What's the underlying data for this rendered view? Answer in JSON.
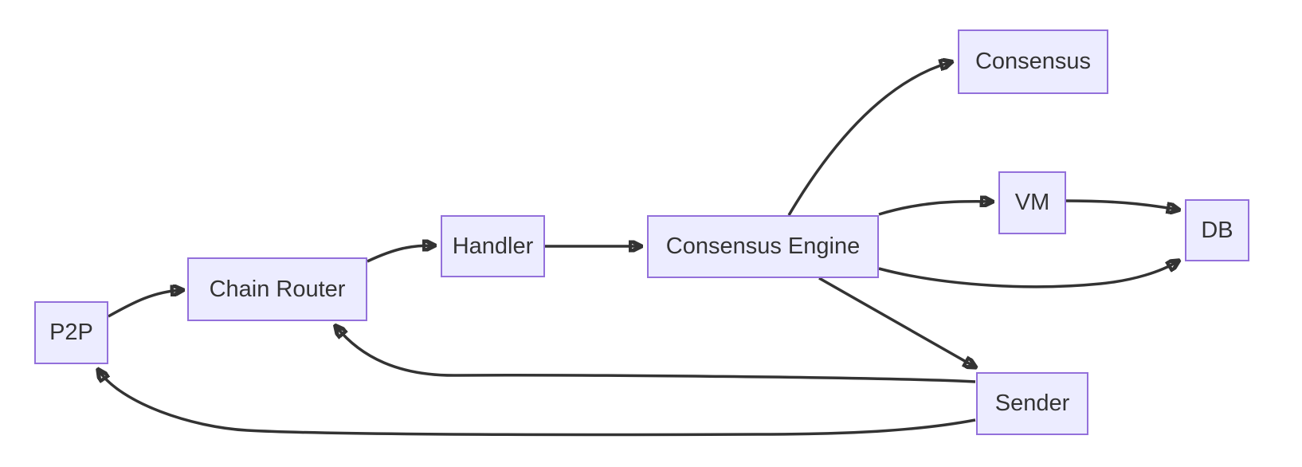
{
  "diagram": {
    "type": "flowchart",
    "direction": "left-to-right",
    "colors": {
      "background": "#ffffff",
      "node_fill": "#ECECFF",
      "node_border": "#9370DB",
      "edge": "#333333",
      "text": "#333333"
    },
    "nodes": {
      "p2p": {
        "label": "P2P"
      },
      "chain_router": {
        "label": "Chain Router"
      },
      "handler": {
        "label": "Handler"
      },
      "consensus_engine": {
        "label": "Consensus Engine"
      },
      "consensus": {
        "label": "Consensus"
      },
      "vm": {
        "label": "VM"
      },
      "db": {
        "label": "DB"
      },
      "sender": {
        "label": "Sender"
      }
    },
    "edges": [
      {
        "from": "P2P",
        "to": "Chain Router"
      },
      {
        "from": "Chain Router",
        "to": "Handler"
      },
      {
        "from": "Handler",
        "to": "Consensus Engine"
      },
      {
        "from": "Consensus Engine",
        "to": "Consensus"
      },
      {
        "from": "Consensus Engine",
        "to": "VM"
      },
      {
        "from": "VM",
        "to": "DB"
      },
      {
        "from": "Consensus Engine",
        "to": "DB"
      },
      {
        "from": "Consensus Engine",
        "to": "Sender"
      },
      {
        "from": "Sender",
        "to": "Chain Router"
      },
      {
        "from": "Sender",
        "to": "P2P"
      }
    ]
  }
}
